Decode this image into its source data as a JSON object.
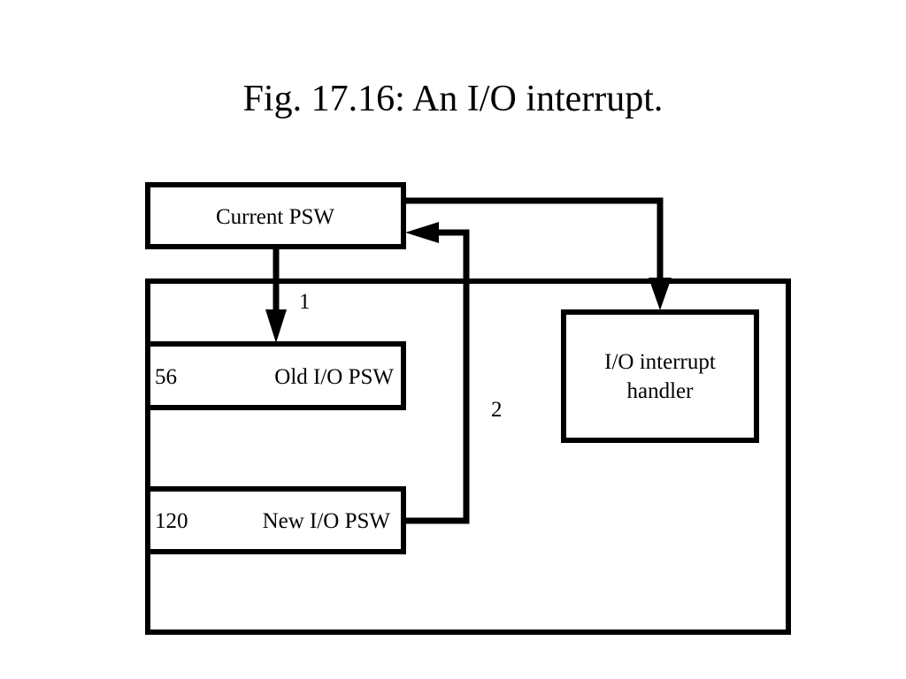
{
  "title": "Fig. 17.16: An I/O interrupt.",
  "current_psw": "Current PSW",
  "old_psw": {
    "address": "56",
    "label": "Old I/O PSW"
  },
  "new_psw": {
    "address": "120",
    "label": "New I/O PSW"
  },
  "handler": {
    "line1": "I/O interrupt",
    "line2": "handler"
  },
  "step1": "1",
  "step2": "2"
}
